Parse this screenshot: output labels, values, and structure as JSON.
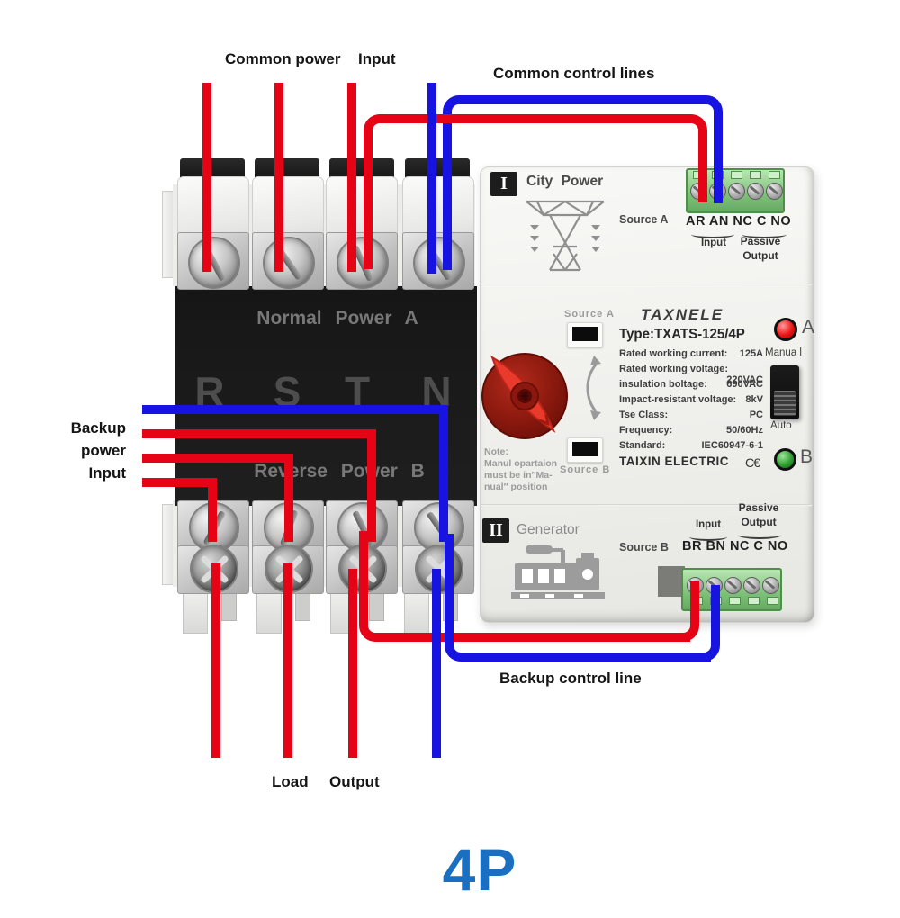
{
  "annotations": {
    "common_power": "Common power",
    "common_power_input": "Input",
    "common_control_lines": "Common control lines",
    "backup_power_line1": "Backup",
    "backup_power_line2": "power",
    "backup_power_line3": "Input",
    "backup_control_line": "Backup control line",
    "load": "Load",
    "load_output": "Output",
    "pole_label": "4P"
  },
  "breaker": {
    "front_top": "Normal Power A",
    "front_bottom": "Reverse Power B",
    "phases": [
      "R",
      "S",
      "T",
      "N"
    ]
  },
  "panel": {
    "city": {
      "badge": "I",
      "title": "City Power",
      "source": "Source A",
      "terminals": "AR AN NC C NO",
      "input": "Input",
      "passive": "Passive",
      "output": "Output"
    },
    "label": {
      "brand": "TAXNELE",
      "type": "Type:TXATS-125/4P",
      "specs": [
        {
          "label": "Rated working current:",
          "value": "125A"
        },
        {
          "label": "Rated working voltage:",
          "value": "220VAC"
        },
        {
          "label": "insulation boltage:",
          "value": "690VAC"
        },
        {
          "label": "Impact-resistant voltage:",
          "value": "8kV"
        },
        {
          "label": "Tse Class:",
          "value": "PC"
        },
        {
          "label": "Frequency:",
          "value": "50/60Hz"
        },
        {
          "label": "Standard:",
          "value": "IEC60947-6-1"
        }
      ],
      "maker": "TAIXIN ELECTRIC",
      "ce": "C€",
      "source_a": "Source A",
      "source_b": "Source B",
      "led_a": "A",
      "led_b": "B",
      "manual": "Manua l",
      "auto": "Auto",
      "note": [
        "Note:",
        "Manul opartaion",
        "must be in″Ma-",
        "nual″ position"
      ]
    },
    "generator": {
      "badge": "II",
      "title": "Generator",
      "source": "Source B",
      "terminals": "BR BN NC C NO",
      "input": "Input",
      "passive": "Passive",
      "output": "Output"
    }
  },
  "icons": {
    "city_power": "transmission-tower-icon",
    "generator": "generator-icon",
    "mode_arrow": "double-curved-arrow-icon",
    "rotary_handle": "red-rotary-handle-icon",
    "ce_mark": "ce-mark"
  },
  "colors": {
    "wire_red": "#e60315",
    "wire_blue": "#1713e0",
    "pole_blue": "#1a6fc2",
    "led_red": "#ec1313",
    "led_green": "#2f9e2f",
    "terminal_green": "#7dc178"
  }
}
